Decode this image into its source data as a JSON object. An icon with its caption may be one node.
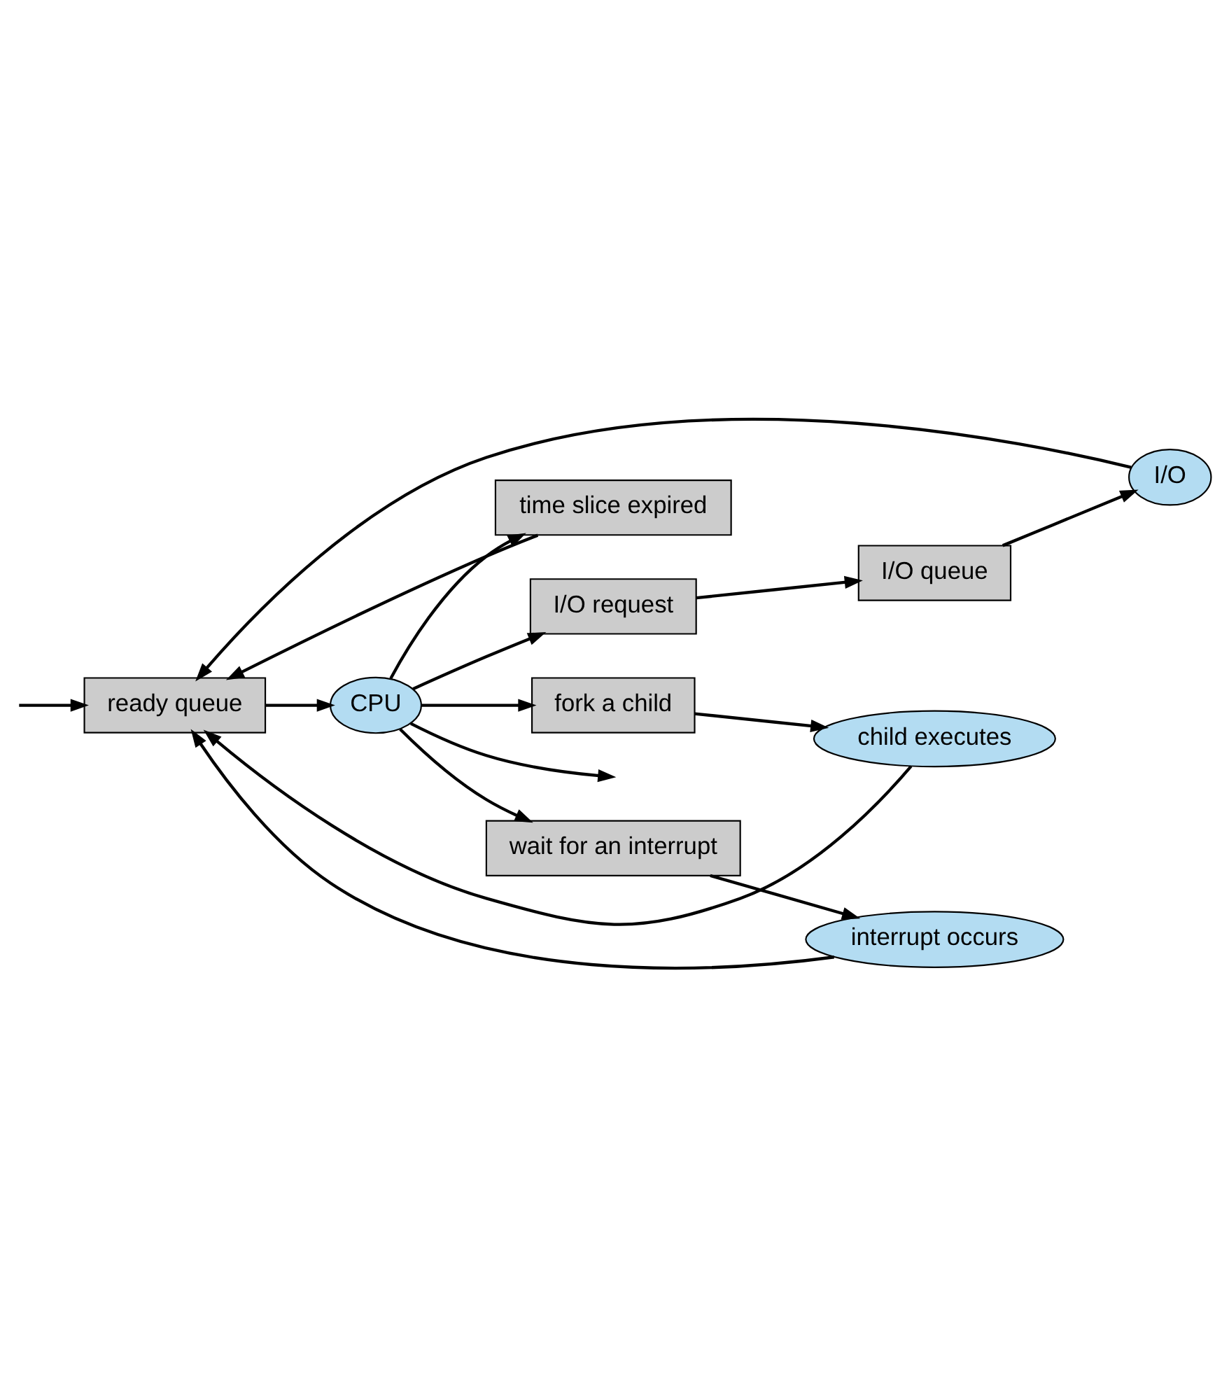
{
  "diagram": {
    "nodes": [
      {
        "text": [
          "ready queue"
        ]
      },
      {
        "text": [
          "CPU"
        ]
      },
      {
        "text": [
          "I/O"
        ]
      },
      {
        "text": [
          "I/O queue"
        ]
      },
      {
        "text": [
          "I/O request"
        ]
      },
      {
        "text": [
          "time slice expired"
        ]
      },
      {
        "text": [
          "child executes"
        ]
      },
      {
        "text": [
          "fork a child"
        ]
      },
      {
        "text": [
          "interrupt occurs"
        ]
      },
      {
        "text": [
          "wait for an interrupt"
        ]
      }
    ],
    "edges": [
      {
        "from": null,
        "to": 0,
        "arrow": "to"
      },
      {
        "from": 0,
        "to": 1,
        "arrow": "to"
      },
      {
        "from": 1,
        "to": null,
        "arrow": "to"
      },
      {
        "from": 1,
        "to": 4,
        "arrow": "to"
      },
      {
        "from": 1,
        "to": 5,
        "arrow": "to"
      },
      {
        "from": 1,
        "to": 7,
        "arrow": "to"
      },
      {
        "from": 1,
        "to": 9,
        "arrow": "to"
      },
      {
        "from": 4,
        "to": 3,
        "arrow": "to"
      },
      {
        "from": 3,
        "to": 2,
        "arrow": "to"
      },
      {
        "from": 7,
        "to": 6,
        "arrow": "to"
      },
      {
        "from": 9,
        "to": 8,
        "arrow": "to"
      },
      {
        "from": 2,
        "to": 0,
        "arrow": "to"
      },
      {
        "from": 5,
        "to": 0,
        "arrow": "to"
      },
      {
        "from": 6,
        "to": 0,
        "arrow": "to"
      },
      {
        "from": 8,
        "to": 0,
        "arrow": "to"
      }
    ]
  }
}
